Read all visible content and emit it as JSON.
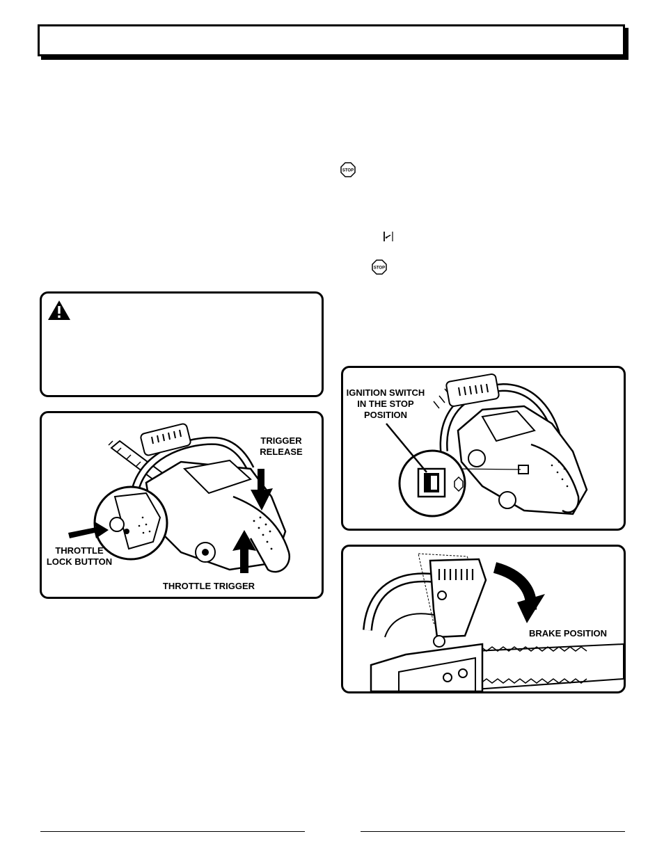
{
  "header": {
    "title": ""
  },
  "icons": {
    "stop_symbol_text": "STOP",
    "warning": "warning-triangle-icon",
    "chain_brake_symbol": "chain-brake-icon"
  },
  "figure_throttle": {
    "trigger_release": [
      "TRIGGER",
      "RELEASE"
    ],
    "throttle_lock_button": [
      "THROTTLE",
      "LOCK BUTTON"
    ],
    "throttle_trigger": "THROTTLE TRIGGER"
  },
  "figure_ignition": {
    "ignition_switch": [
      "IGNITION SWITCH",
      "IN THE STOP",
      "POSITION"
    ]
  },
  "figure_brake": {
    "brake_position": "BRAKE POSITION"
  },
  "colors": {
    "ink": "#000000",
    "paper": "#ffffff"
  }
}
